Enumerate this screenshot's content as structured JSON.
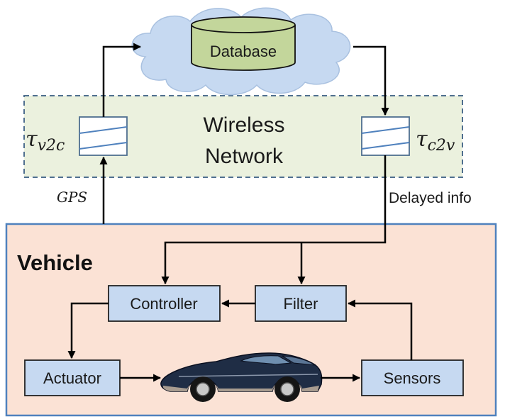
{
  "cloud": {
    "database_label": "Database"
  },
  "network": {
    "line1": "Wireless",
    "line2": "Network"
  },
  "delays": {
    "v2c": {
      "symbol": "τ",
      "subscript": "v2c"
    },
    "c2v": {
      "symbol": "τ",
      "subscript": "c2v"
    }
  },
  "links": {
    "gps_label": "GPS",
    "delayed_label": "Delayed info"
  },
  "vehicle": {
    "title": "Vehicle",
    "controller": "Controller",
    "filter": "Filter",
    "actuator": "Actuator",
    "sensors": "Sensors"
  },
  "colors": {
    "cloud_fill": "#c6d9f1",
    "database_fill": "#c3d69b",
    "network_fill": "#ebf1de",
    "network_border": "#4f6f8f",
    "vehicle_fill": "#fbe2d5",
    "vehicle_border": "#4f81bd",
    "block_fill": "#c6d9f1",
    "buffer_line": "#4f81bd"
  }
}
